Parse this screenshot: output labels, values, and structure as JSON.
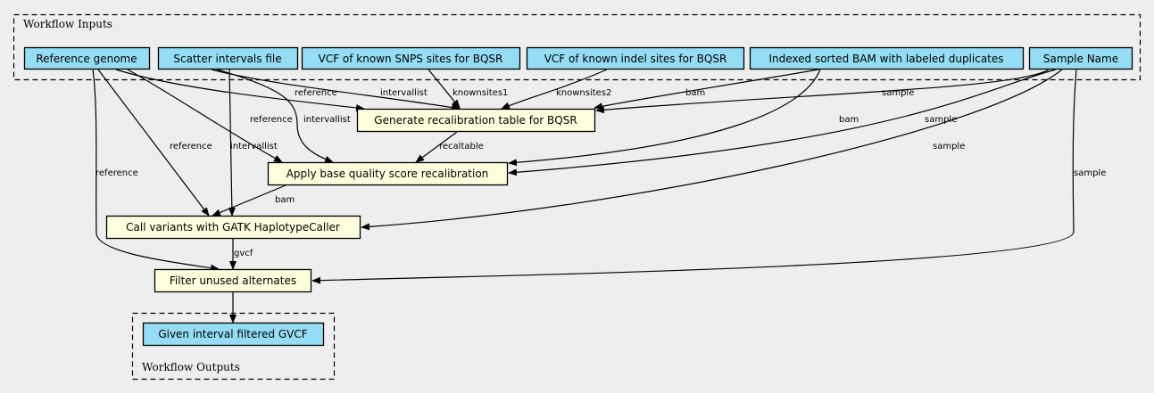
{
  "clusters": {
    "inputs": "Workflow Inputs",
    "outputs": "Workflow Outputs"
  },
  "inputs": [
    "Reference genome",
    "Scatter intervals file",
    "VCF of known SNPS sites for BQSR",
    "VCF of known indel sites for BQSR",
    "Indexed sorted BAM with labeled duplicates",
    "Sample Name"
  ],
  "steps": [
    "Generate recalibration table for BQSR",
    "Apply base quality score recalibration",
    "Call variants with GATK HaplotypeCaller",
    "Filter unused alternates"
  ],
  "outputs": [
    "Given interval filtered GVCF"
  ],
  "edges": [
    {
      "from": "Reference genome",
      "to": "Generate recalibration table for BQSR",
      "label": "reference"
    },
    {
      "from": "Scatter intervals file",
      "to": "Generate recalibration table for BQSR",
      "label": "intervallist"
    },
    {
      "from": "VCF of known SNPS sites for BQSR",
      "to": "Generate recalibration table for BQSR",
      "label": "knownsites1"
    },
    {
      "from": "VCF of known indel sites for BQSR",
      "to": "Generate recalibration table for BQSR",
      "label": "knownsites2"
    },
    {
      "from": "Indexed sorted BAM with labeled duplicates",
      "to": "Generate recalibration table for BQSR",
      "label": "bam"
    },
    {
      "from": "Sample Name",
      "to": "Generate recalibration table for BQSR",
      "label": "sample"
    },
    {
      "from": "Reference genome",
      "to": "Apply base quality score recalibration",
      "label": "reference"
    },
    {
      "from": "Scatter intervals file",
      "to": "Apply base quality score recalibration",
      "label": "intervallist"
    },
    {
      "from": "Generate recalibration table for BQSR",
      "to": "Apply base quality score recalibration",
      "label": "recaltable"
    },
    {
      "from": "Indexed sorted BAM with labeled duplicates",
      "to": "Apply base quality score recalibration",
      "label": "bam"
    },
    {
      "from": "Sample Name",
      "to": "Apply base quality score recalibration",
      "label": "sample"
    },
    {
      "from": "Reference genome",
      "to": "Call variants with GATK HaplotypeCaller",
      "label": "reference"
    },
    {
      "from": "Scatter intervals file",
      "to": "Call variants with GATK HaplotypeCaller",
      "label": "intervallist"
    },
    {
      "from": "Apply base quality score recalibration",
      "to": "Call variants with GATK HaplotypeCaller",
      "label": "bam"
    },
    {
      "from": "Sample Name",
      "to": "Call variants with GATK HaplotypeCaller",
      "label": "sample"
    },
    {
      "from": "Reference genome",
      "to": "Filter unused alternates",
      "label": "reference"
    },
    {
      "from": "Call variants with GATK HaplotypeCaller",
      "to": "Filter unused alternates",
      "label": "gvcf"
    },
    {
      "from": "Sample Name",
      "to": "Filter unused alternates",
      "label": "sample"
    },
    {
      "from": "Filter unused alternates",
      "to": "Given interval filtered GVCF",
      "label": ""
    }
  ]
}
